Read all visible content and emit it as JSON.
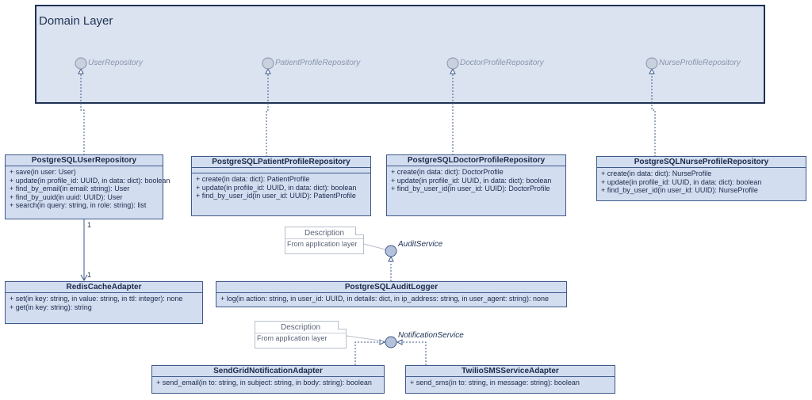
{
  "package": {
    "title": "Domain Layer"
  },
  "interfaces": {
    "user_repository": "UserRepository",
    "patient_profile_repository": "PatientProfileRepository",
    "doctor_profile_repository": "DoctorProfileRepository",
    "nurse_profile_repository": "NurseProfileRepository",
    "audit_service": "AuditService",
    "notification_service": "NotificationService"
  },
  "classes": {
    "postgres_user_repo": {
      "name": "PostgreSQLUserRepository",
      "ops": [
        "+ save(in user: User)",
        "+ update(in profile_id: UUID, in data: dict): boolean",
        "+ find_by_email(in email: string): User",
        "+ find_by_uuid(in uuid: UUID): User",
        "+ search(in query: string, in role: string): list"
      ]
    },
    "postgres_patient_repo": {
      "name": "PostgreSQLPatientProfileRepository",
      "ops": [
        "+ create(in data: dict): PatientProfile",
        "+ update(in profile_id: UUID, in data: dict): boolean",
        "+ find_by_user_id(in user_id: UUID): PatientProfile"
      ]
    },
    "postgres_doctor_repo": {
      "name": "PostgreSQLDoctorProfileRepository",
      "ops": [
        "+ create(in data: dict): DoctorProfile",
        "+ update(in profile_id: UUID, in data: dict): boolean",
        "+ find_by_user_id(in user_id: UUID): DoctorProfile"
      ]
    },
    "postgres_nurse_repo": {
      "name": "PostgreSQLNurseProfileRepository",
      "ops": [
        "+ create(in data: dict): NurseProfile",
        "+ update(in profile_id: UUID, in data: dict): boolean",
        "+ find_by_user_id(in user_id: UUID): NurseProfile"
      ]
    },
    "redis_cache": {
      "name": "RedisCacheAdapter",
      "ops": [
        "+ set(in key: string, in value: string, in ttl: integer): none",
        "+ get(in key: string): string"
      ]
    },
    "audit_logger": {
      "name": "PostgreSQLAuditLogger",
      "ops": [
        "+ log(in action: string, in user_id: UUID, in details: dict, in ip_address: string, in user_agent: string): none"
      ]
    },
    "sendgrid": {
      "name": "SendGridNotificationAdapter",
      "ops": [
        "+ send_email(in to: string, in subject: string, in body: string): boolean"
      ]
    },
    "twilio": {
      "name": "TwilioSMSServiceAdapter",
      "ops": [
        "+ send_sms(in to: string, in message: string): boolean"
      ]
    }
  },
  "notes": {
    "audit_note": {
      "title": "Description",
      "text": "From application layer"
    },
    "notification_note": {
      "title": "Description",
      "text": "From application layer"
    }
  },
  "association": {
    "source_mult": "1",
    "target_mult": "1"
  },
  "colors": {
    "border": "#3e5a8a",
    "fill": "#d3ddf0",
    "package_fill": "#dbe3f1",
    "package_border": "#1f3153"
  }
}
